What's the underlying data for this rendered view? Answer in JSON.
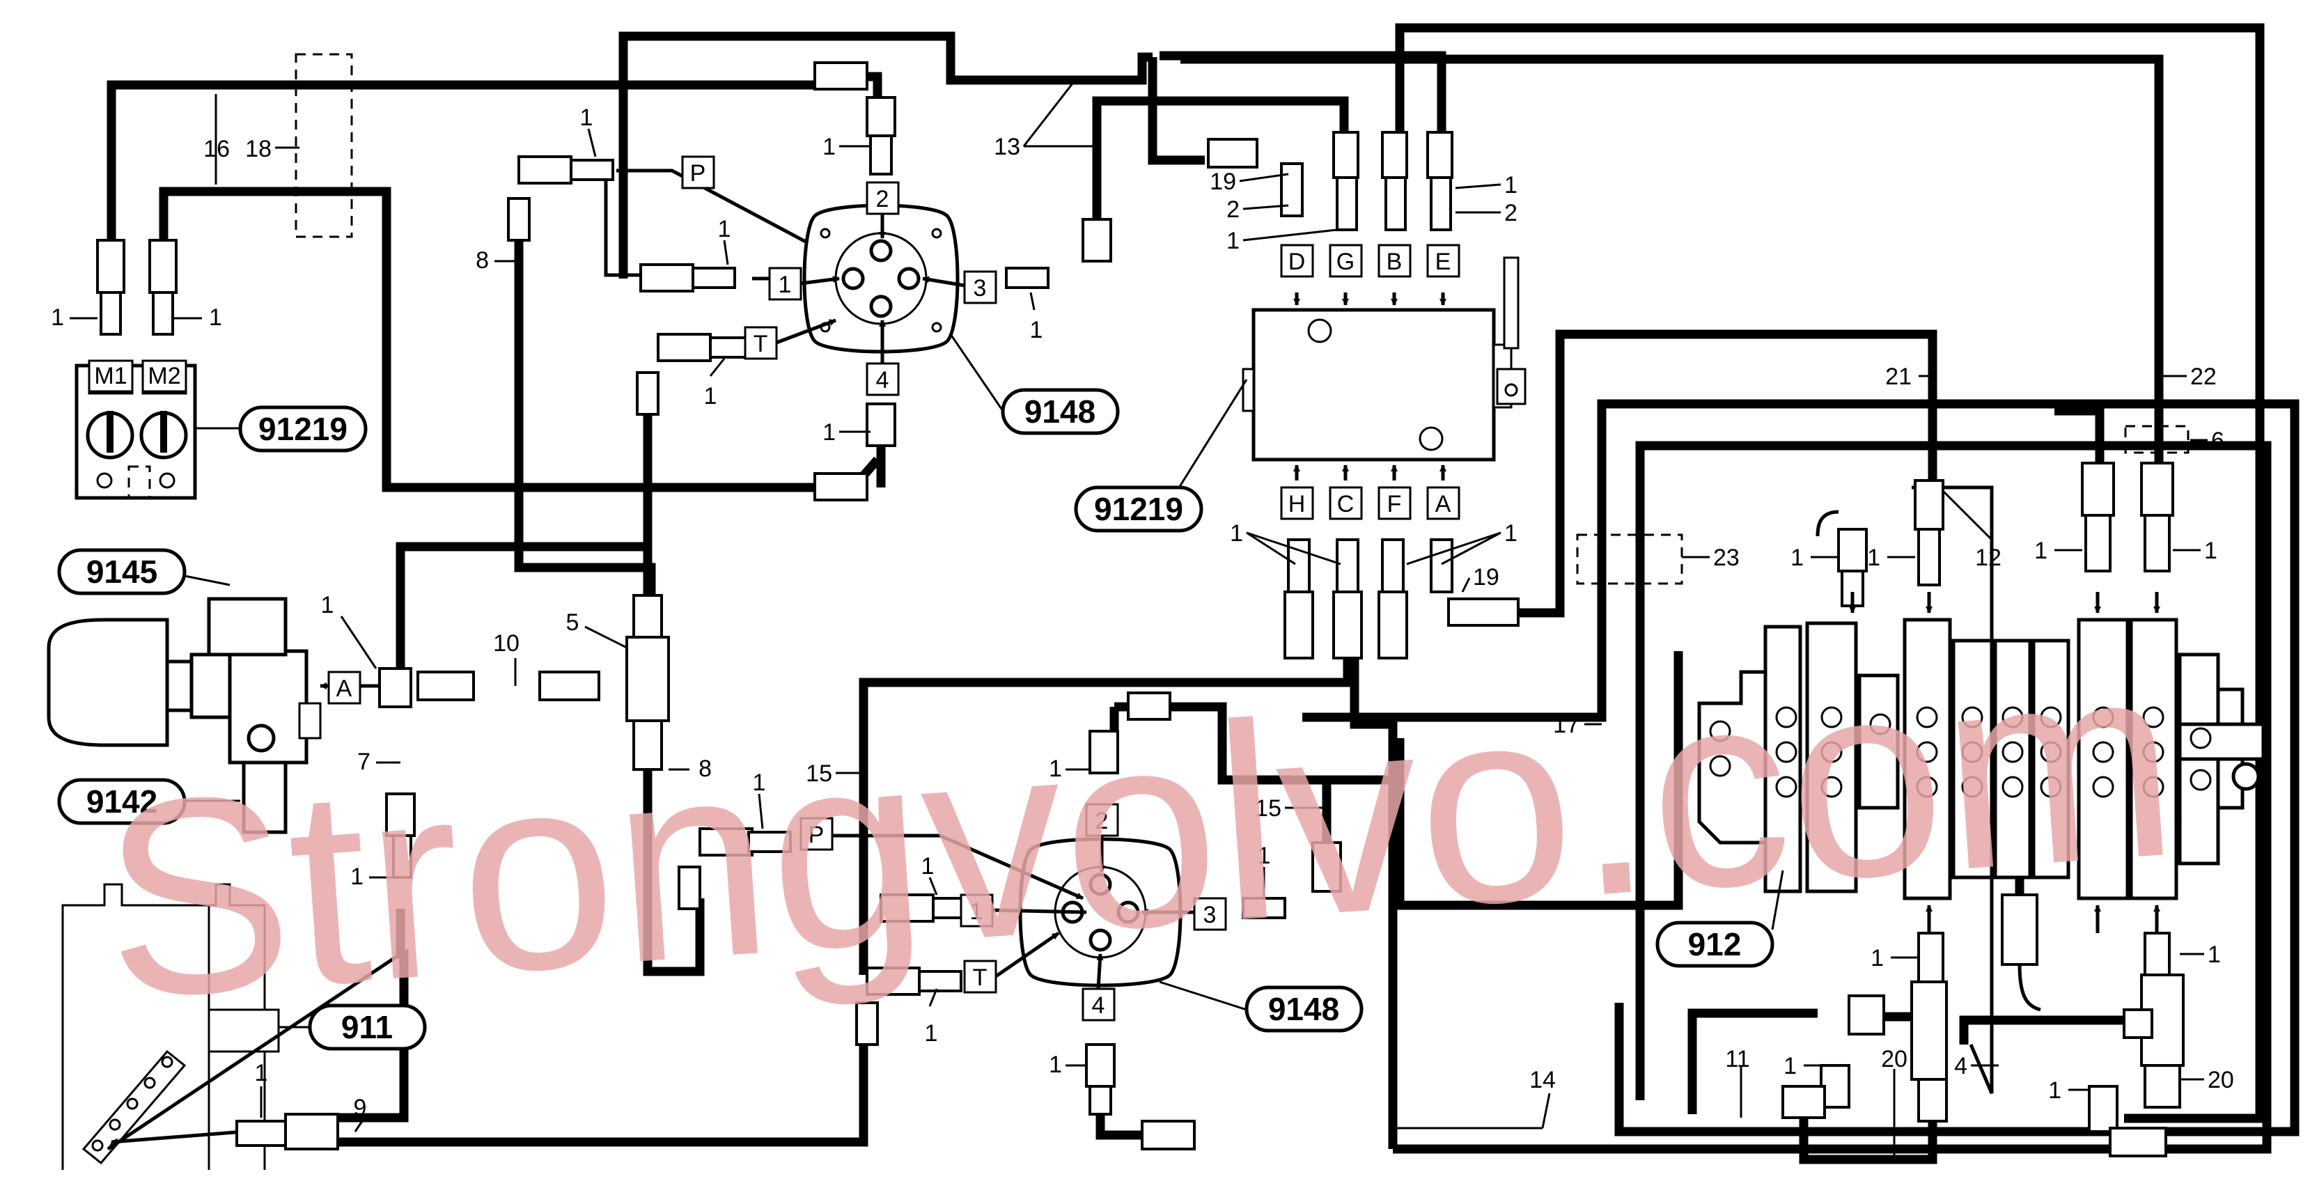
{
  "watermark": {
    "text": "Strongvolvo.com",
    "color": "#e8a7a7"
  },
  "colors": {
    "line": "#000000",
    "background": "#ffffff"
  },
  "component_labels": {
    "c91219_left": "91219",
    "c91219_center": "91219",
    "c9148_top": "9148",
    "c9148_bottom": "9148",
    "c9145": "9145",
    "c9142": "9142",
    "c911": "911",
    "c912": "912"
  },
  "port_labels": {
    "m1": "M1",
    "m2": "M2",
    "p_top": "P",
    "t_top": "T",
    "n1_top": "1",
    "n2_top": "2",
    "n3_top": "3",
    "n4_top": "4",
    "d": "D",
    "g": "G",
    "b": "B",
    "e": "E",
    "h": "H",
    "c": "C",
    "f": "F",
    "a_valve": "A",
    "a_acc": "A",
    "p_bot": "P",
    "t_bot": "T",
    "n1_bot": "1",
    "n2_bot": "2",
    "n3_bot": "3",
    "n4_bot": "4"
  },
  "callouts": {
    "c16": "16",
    "c18": "18",
    "c8a": "8",
    "c8b": "8",
    "c13": "13",
    "c19a": "19",
    "c19b": "19",
    "c2a": "2",
    "c2b": "2",
    "c21": "21",
    "c22": "22",
    "c6": "6",
    "c23": "23",
    "c12": "12",
    "c10": "10",
    "c5": "5",
    "c7": "7",
    "c17": "17",
    "c15a": "15",
    "c15b": "15",
    "c14": "14",
    "c11": "11",
    "c20a": "20",
    "c20b": "20",
    "c4": "4",
    "c9": "9",
    "one": "1"
  }
}
